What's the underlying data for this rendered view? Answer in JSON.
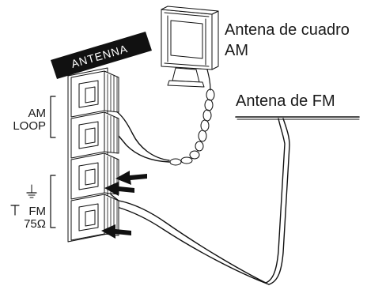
{
  "banner": {
    "text": "ANTENNA"
  },
  "labels": {
    "am_loop_antenna_line1": "Antena de cuadro",
    "am_loop_antenna_line2": "AM",
    "fm_antenna": "Antena de FM"
  },
  "terminals": {
    "am_line1": "AM",
    "am_line2": "LOOP",
    "fm_line1": "FM",
    "fm_line2": "75Ω"
  },
  "colors": {
    "ink": "#111111",
    "banner_bg": "#111111",
    "banner_text": "#ffffff",
    "paper": "#ffffff"
  },
  "icons": {
    "ground_symbol": "ground-icon",
    "antenna_symbol": "antenna-symbol-icon"
  }
}
